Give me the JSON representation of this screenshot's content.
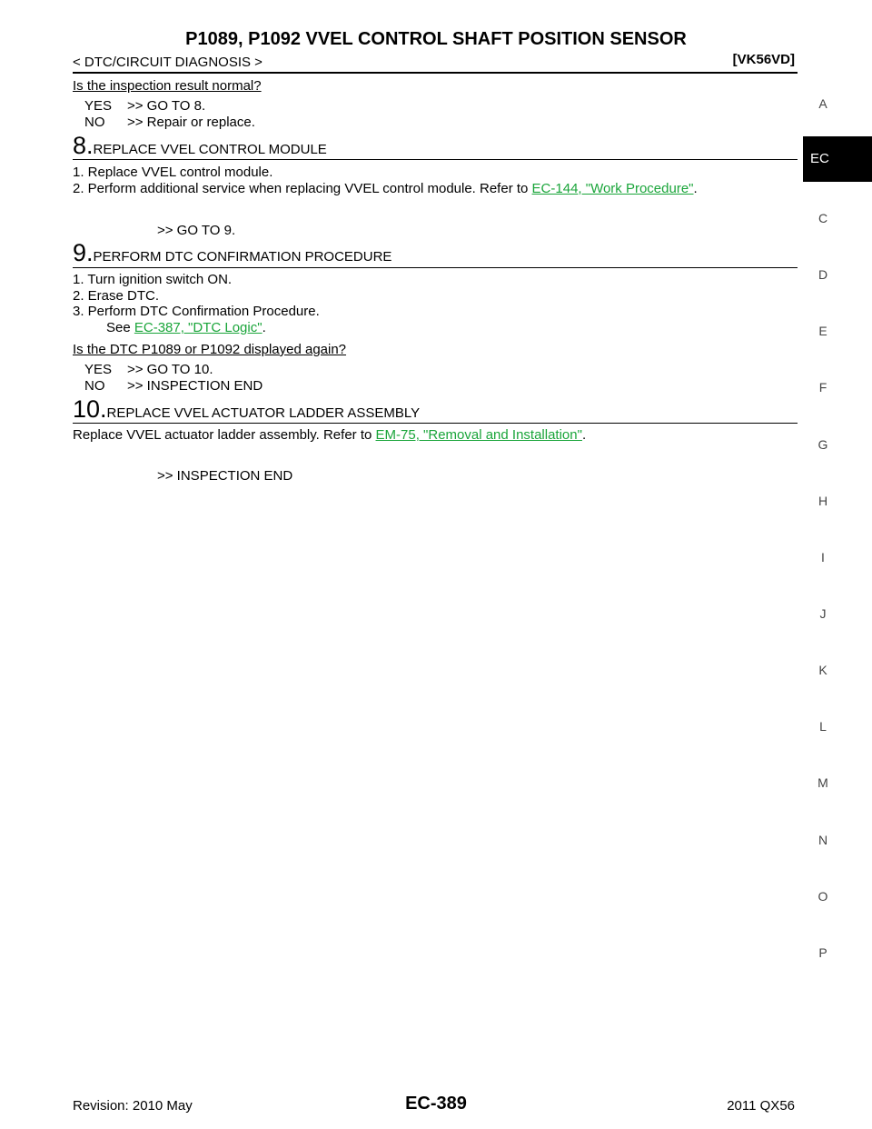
{
  "header": {
    "title": "P1089, P1092 VVEL CONTROL SHAFT POSITION SENSOR",
    "breadcrumb": "< DTC/CIRCUIT DIAGNOSIS >",
    "model": "[VK56VD]"
  },
  "intro": {
    "question": "Is the inspection result normal?",
    "yes_label": "YES",
    "yes_text": ">> GO TO 8.",
    "no_label": "NO",
    "no_text": ">> Repair or replace."
  },
  "step8": {
    "num": "8.",
    "title": "REPLACE VVEL CONTROL MODULE",
    "line1": "1.   Replace VVEL control module.",
    "line2_pre": "2.   Perform additional service when replacing VVEL control module. Refer to ",
    "line2_link": "EC-144, \"Work Procedure\"",
    "line2_post": ".",
    "result": ">> GO TO 9."
  },
  "step9": {
    "num": "9.",
    "title": "PERFORM DTC CONFIRMATION PROCEDURE",
    "line1": "1.   Turn ignition switch ON.",
    "line2": "2.   Erase DTC.",
    "line3": "3.   Perform DTC Confirmation Procedure.",
    "line4_pre": "See ",
    "line4_link": "EC-387, \"DTC Logic\"",
    "line4_post": ".",
    "question": "Is the DTC P1089 or P1092 displayed again?",
    "yes_label": "YES",
    "yes_text": ">> GO TO 10.",
    "no_label": "NO",
    "no_text": ">> INSPECTION END"
  },
  "step10": {
    "num": "10.",
    "title": "REPLACE VVEL ACTUATOR LADDER ASSEMBLY",
    "line1_pre": "Replace VVEL actuator ladder assembly. Refer to ",
    "line1_link": "EM-75, \"Removal and Installation\"",
    "line1_post": ".",
    "result": ">> INSPECTION END"
  },
  "side_index": {
    "items": [
      "A",
      "C",
      "D",
      "E",
      "F",
      "G",
      "H",
      "I",
      "J",
      "K",
      "L",
      "M",
      "N",
      "O",
      "P"
    ],
    "active": "EC"
  },
  "footer": {
    "revision": "Revision: 2010 May",
    "page": "EC-389",
    "model_year": "2011 QX56"
  },
  "colors": {
    "link": "#1aa53a"
  }
}
